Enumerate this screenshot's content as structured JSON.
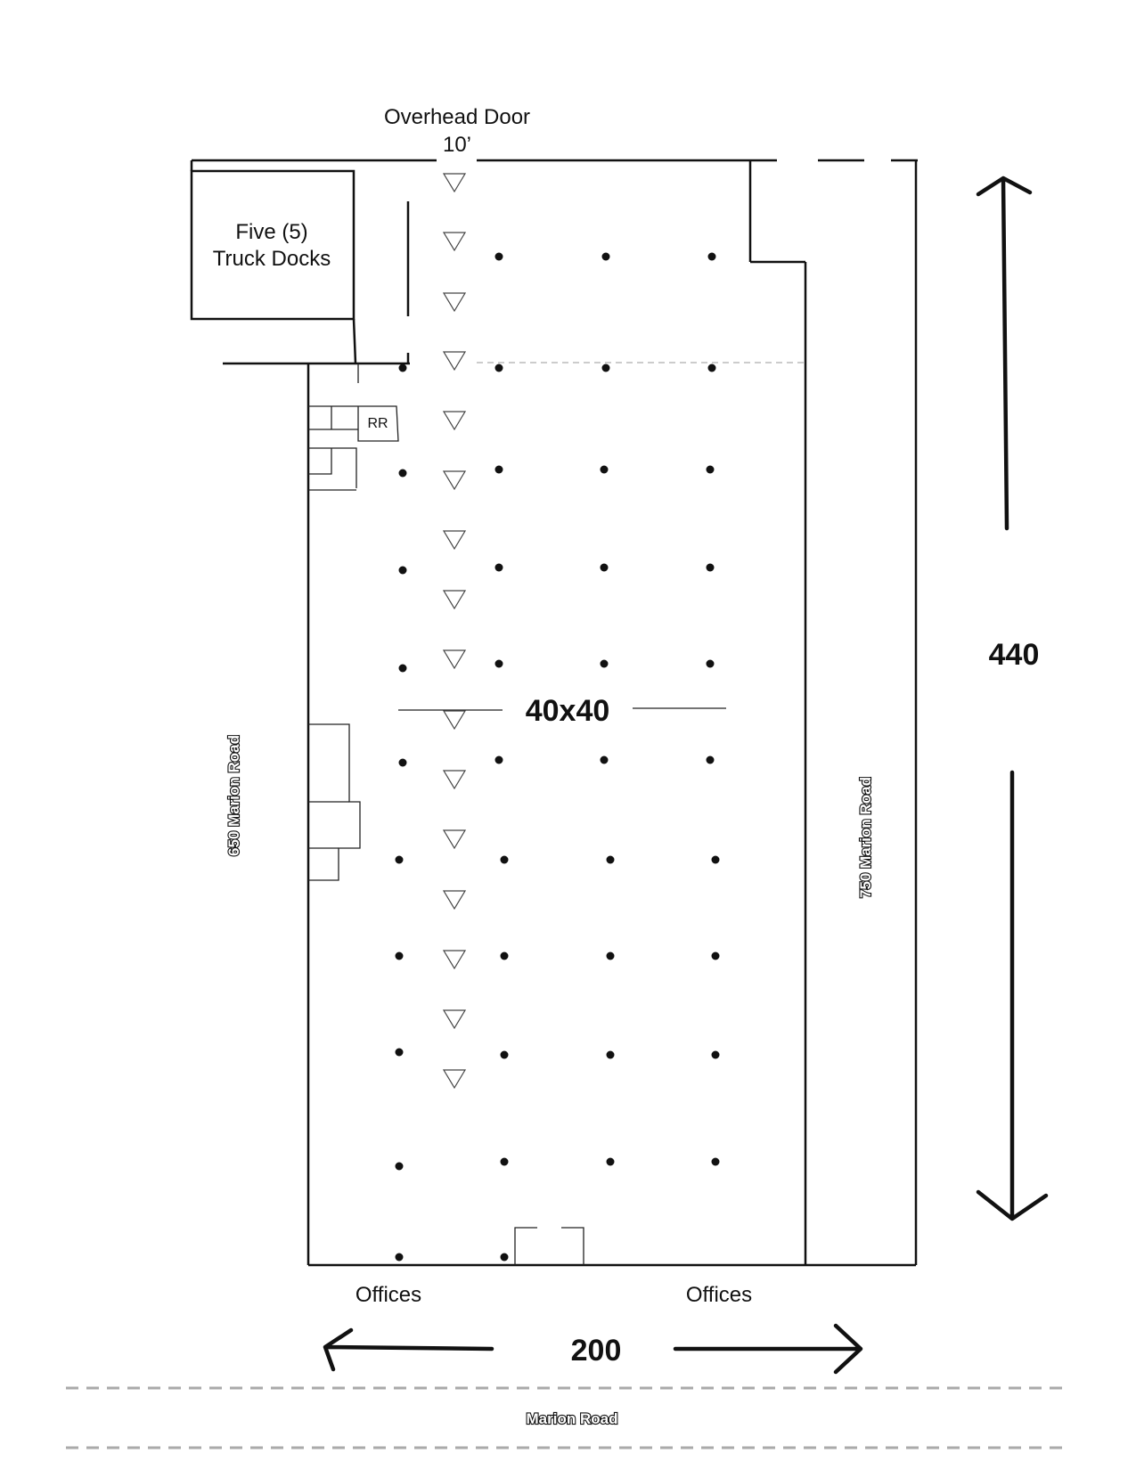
{
  "labels": {
    "overhead_door": "Overhead Door",
    "overhead_door_width": "10’",
    "truck_docks_line1": "Five (5)",
    "truck_docks_line2": "Truck Docks",
    "restroom": "RR",
    "column_spacing": "40x40",
    "left_road": "650 Marion Road",
    "right_road": "750 Marion Road",
    "offices_left": "Offices",
    "offices_right": "Offices",
    "width_dimension": "200",
    "length_dimension": "440",
    "bottom_road": "Marion Road"
  },
  "colors": {
    "ink": "#111111",
    "road_dash": "#aaaaaa"
  }
}
